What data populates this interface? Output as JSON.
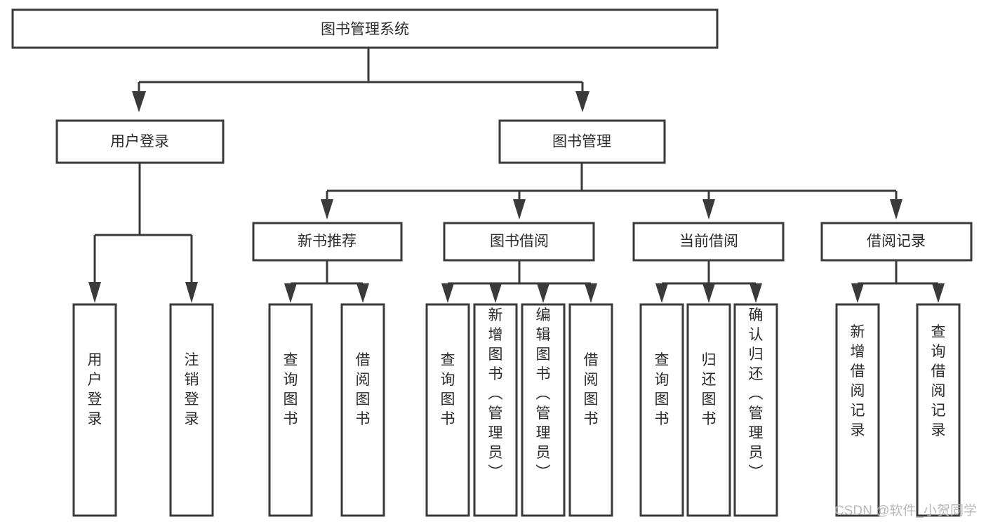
{
  "diagram": {
    "title": "图书管理系统",
    "type": "tree-hierarchy-chart",
    "root": {
      "id": "root",
      "label": "图书管理系统"
    },
    "level2": [
      {
        "id": "user-login",
        "label": "用户登录"
      },
      {
        "id": "book-manage",
        "label": "图书管理"
      }
    ],
    "level3": [
      {
        "id": "new-book-recommend",
        "label": "新书推荐",
        "parent": "book-manage"
      },
      {
        "id": "book-borrow",
        "label": "图书借阅",
        "parent": "book-manage"
      },
      {
        "id": "current-borrow",
        "label": "当前借阅",
        "parent": "book-manage"
      },
      {
        "id": "borrow-record",
        "label": "借阅记录",
        "parent": "book-manage"
      }
    ],
    "leaves": {
      "user-login": [
        {
          "id": "leaf-user-login",
          "label": "用户登录"
        },
        {
          "id": "leaf-logout-login",
          "label": "注销登录"
        }
      ],
      "new-book-recommend": [
        {
          "id": "leaf-query-book-1",
          "label": "查询图书"
        },
        {
          "id": "leaf-borrow-book-1",
          "label": "借阅图书"
        }
      ],
      "book-borrow": [
        {
          "id": "leaf-query-book-2",
          "label": "查询图书"
        },
        {
          "id": "leaf-add-book",
          "label": "新增图书（管理员）"
        },
        {
          "id": "leaf-edit-book",
          "label": "编辑图书（管理员）"
        },
        {
          "id": "leaf-borrow-book-2",
          "label": "借阅图书"
        }
      ],
      "current-borrow": [
        {
          "id": "leaf-query-book-3",
          "label": "查询图书"
        },
        {
          "id": "leaf-return-book",
          "label": "归还图书"
        },
        {
          "id": "leaf-confirm-return",
          "label": "确认归还（管理员）"
        }
      ],
      "borrow-record": [
        {
          "id": "leaf-add-record",
          "label": "新增借阅记录"
        },
        {
          "id": "leaf-query-record",
          "label": "查询借阅记录"
        }
      ]
    }
  },
  "watermark": {
    "text": "CSDN @软件_小贺同学"
  },
  "colors": {
    "stroke": "#3a3a3a",
    "box_fill": "#ffffff",
    "text": "#2b2b2b",
    "background": "#ffffff",
    "watermark": "#b8b8b8"
  }
}
